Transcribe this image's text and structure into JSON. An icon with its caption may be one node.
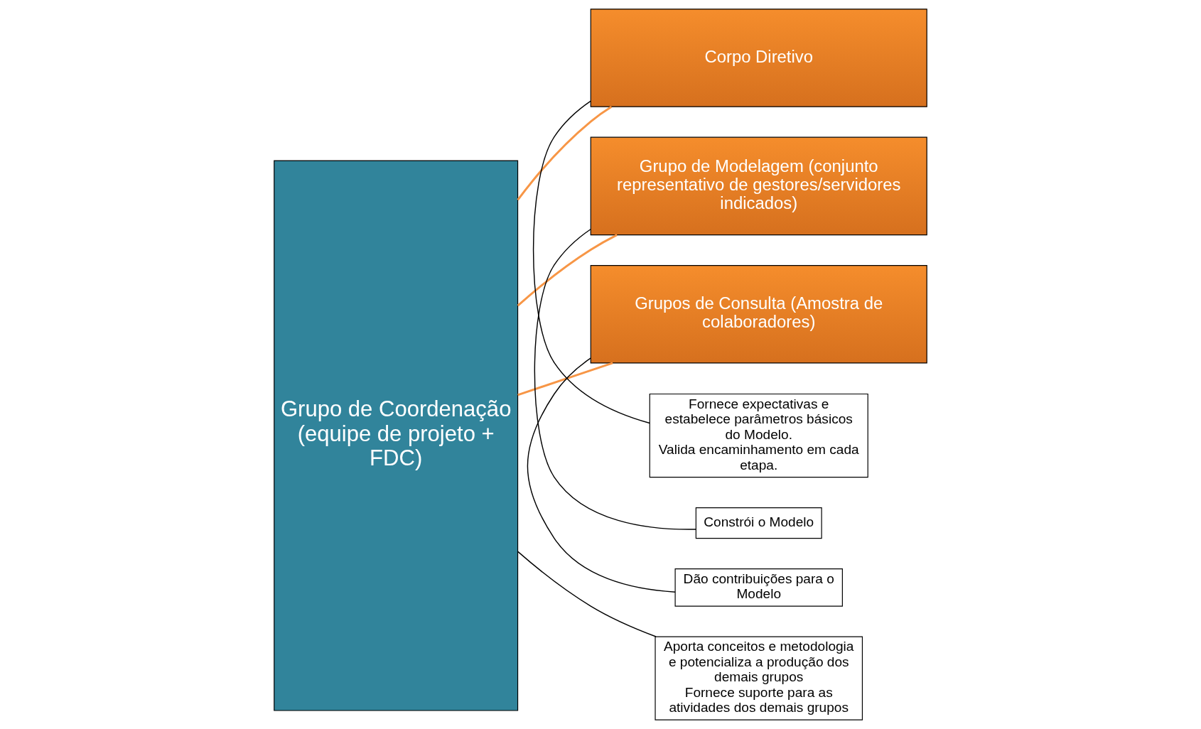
{
  "diagram": {
    "nodes": [
      {
        "text": [
          "Grupo de Coordenação (equipe de projeto + FDC)"
        ]
      },
      {
        "text": [
          "Corpo Diretivo"
        ]
      },
      {
        "text": [
          "Grupo de Modelagem (conjunto representativo de gestores/servidores indicados)"
        ]
      },
      {
        "text": [
          "Grupos de Consulta (Amostra de colaboradores)"
        ]
      },
      {
        "text": [
          "Fornece expectativas e estabelece parâmetros básicos do Modelo.",
          "Valida encaminhamento em cada etapa."
        ]
      },
      {
        "text": [
          "Constrói o Modelo"
        ]
      },
      {
        "text": [
          "Dão contribuições para o Modelo"
        ]
      },
      {
        "text": [
          "Aporta conceitos e metodologia e potencializa a produção dos demais grupos",
          "Fornece suporte para as atividades dos demais grupos"
        ]
      }
    ],
    "edges": [
      {
        "from": 0,
        "to": 1,
        "arrow": "none",
        "color": "#f79646"
      },
      {
        "from": 0,
        "to": 2,
        "arrow": "none",
        "color": "#f79646"
      },
      {
        "from": 0,
        "to": 3,
        "arrow": "none",
        "color": "#f79646"
      },
      {
        "from": 4,
        "to": 1,
        "arrow": "none"
      },
      {
        "from": 5,
        "to": 2,
        "arrow": "none"
      },
      {
        "from": 6,
        "to": 3,
        "arrow": "none"
      },
      {
        "from": 7,
        "to": 0,
        "arrow": "none"
      }
    ]
  }
}
